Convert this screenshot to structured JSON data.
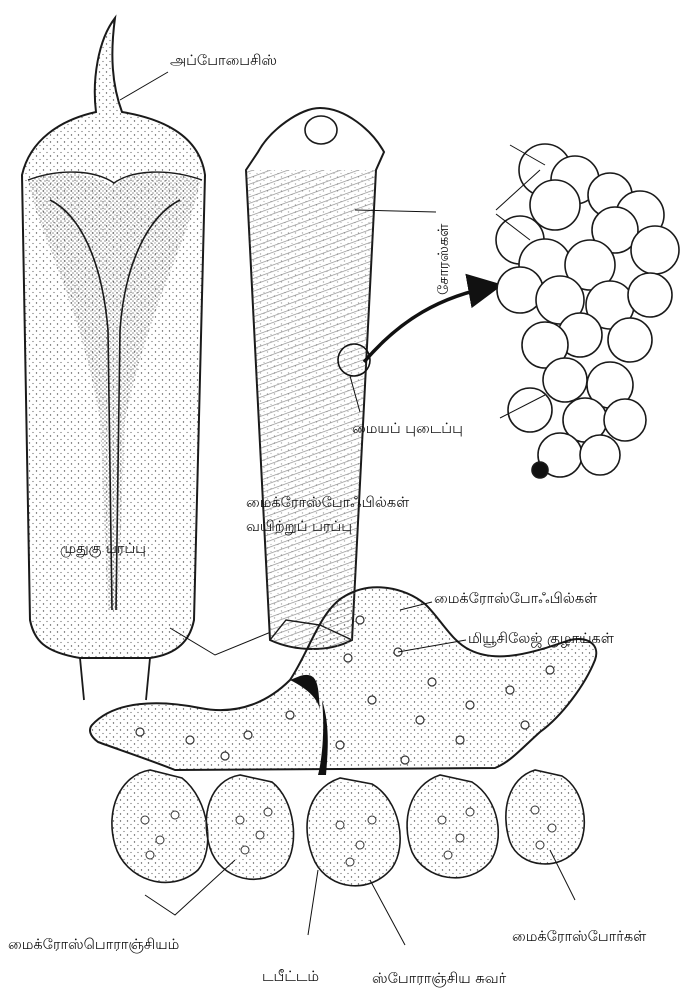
{
  "labels": {
    "apophysis": "அப்போபைசிஸ்",
    "sorus": "சோரஸ்கள்",
    "central_stalk": "மையப் புடைப்பு",
    "microsporophyll": "மைக்ரோஸ்போஃபில்கள்",
    "ventral_surface": "வயிற்றுப் பரப்பு",
    "dorsal_surface": "முதுகு பரப்பு",
    "microsporophyll_2": "மைக்ரோஸ்போஃபில்கள்",
    "mucilage_canals": "மியூசிலேஜ் குழாய்கள்",
    "microsporangium": "மைக்ரோஸ்பொராஞ்சியம்",
    "microspores": "மைக்ரோஸ்போர்கள்",
    "tapetum": "டபீட்டம்",
    "sporangium_wall": "ஸ்போராஞ்சிய சுவர்"
  },
  "colors": {
    "ink": "#1a1a1a",
    "stipple": "#555555",
    "paper": "#ffffff"
  }
}
